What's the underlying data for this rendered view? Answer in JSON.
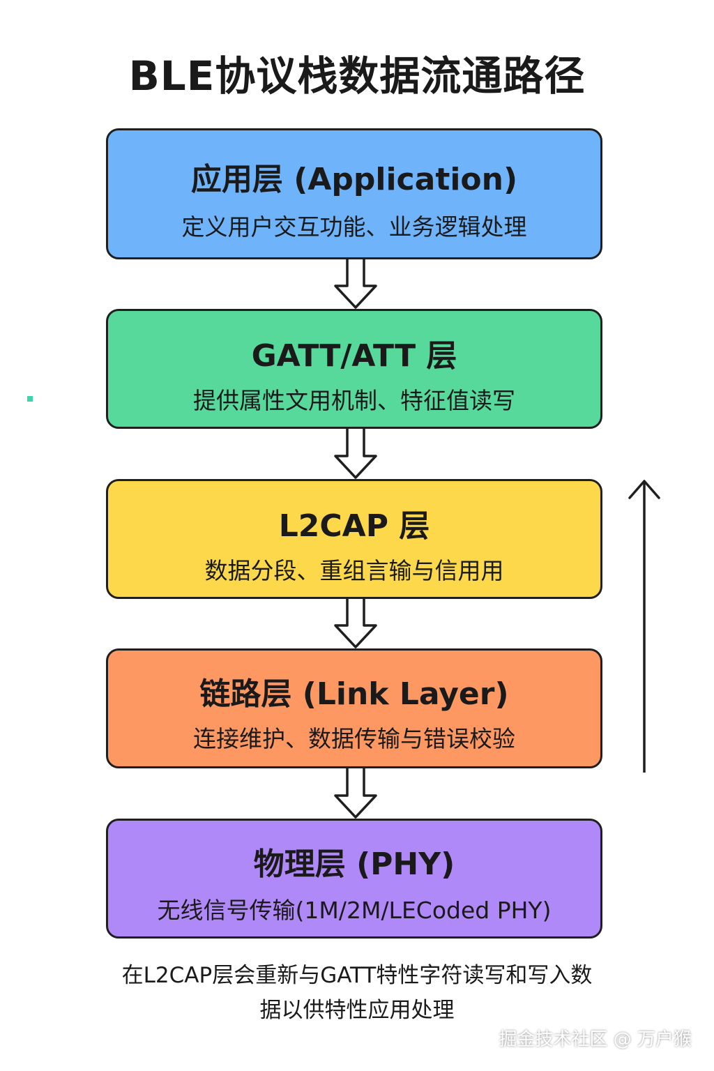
{
  "title": "BLE协议栈数据流通路径",
  "layers": [
    {
      "name": "应用层 (Application)",
      "desc": "定义用户交互功能、业务逻辑处理",
      "color": "#6fb3fb"
    },
    {
      "name": "GATT/ATT 层",
      "desc": "提供属性文用机制、特征值读写",
      "color": "#57d99c"
    },
    {
      "name": "L2CAP 层",
      "desc": "数据分段、重组言输与信用用",
      "color": "#fcd84a"
    },
    {
      "name": "链路层 (Link Layer)",
      "desc": "连接维护、数据传输与错误校验",
      "color": "#fd9863"
    },
    {
      "name": "物理层 (PHY)",
      "desc": "无线信号传输(1M/2M/LECoded PHY)",
      "color": "#b089f8"
    }
  ],
  "footnote": {
    "line1": "在L2CAP层会重新与GATT特性字符读写和写入数",
    "line2": "据以供特性应用处理"
  },
  "watermark": "掘金技术社区 @ 万户猴",
  "icons": {
    "down_arrow": "down-arrow-icon",
    "up_arrow": "up-arrow-icon"
  }
}
